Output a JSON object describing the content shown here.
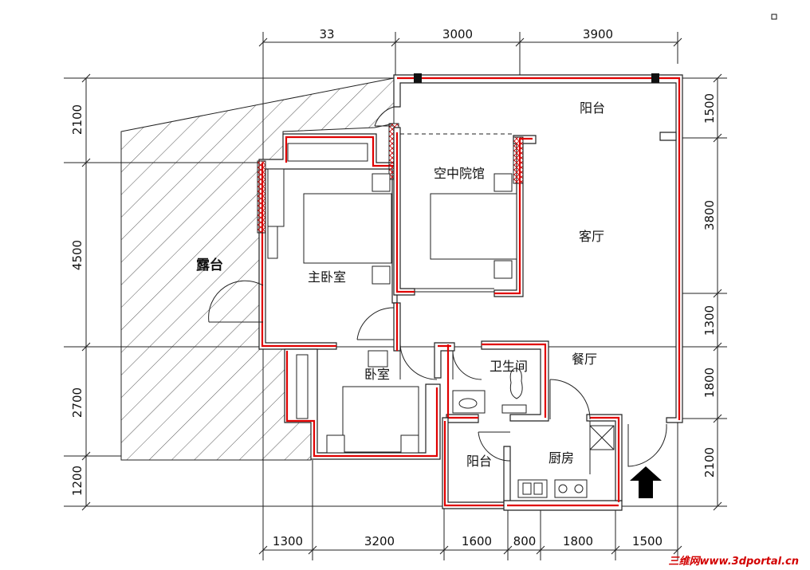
{
  "dimensions": {
    "top": [
      "33",
      "3000",
      "3900"
    ],
    "bottom": [
      "1300",
      "3200",
      "1600",
      "800",
      "1800",
      "1500"
    ],
    "left": [
      "2100",
      "4500",
      "2700",
      "1200"
    ],
    "right": [
      "1500",
      "3800",
      "1300",
      "1800",
      "2100"
    ]
  },
  "rooms": {
    "balcony_top": "阳台",
    "sky_garden": "空中院馆",
    "living_room": "客厅",
    "master_bedroom": "主卧室",
    "terrace": "露台",
    "bedroom": "卧室",
    "bathroom": "卫生间",
    "dining_room": "餐厅",
    "kitchen": "厨房",
    "balcony_bottom": "阳台"
  },
  "watermark": "三维网www.3dportal.cn",
  "colors": {
    "wall_outline": "#e00000",
    "hatch": "#444444",
    "lines": "#222222"
  }
}
